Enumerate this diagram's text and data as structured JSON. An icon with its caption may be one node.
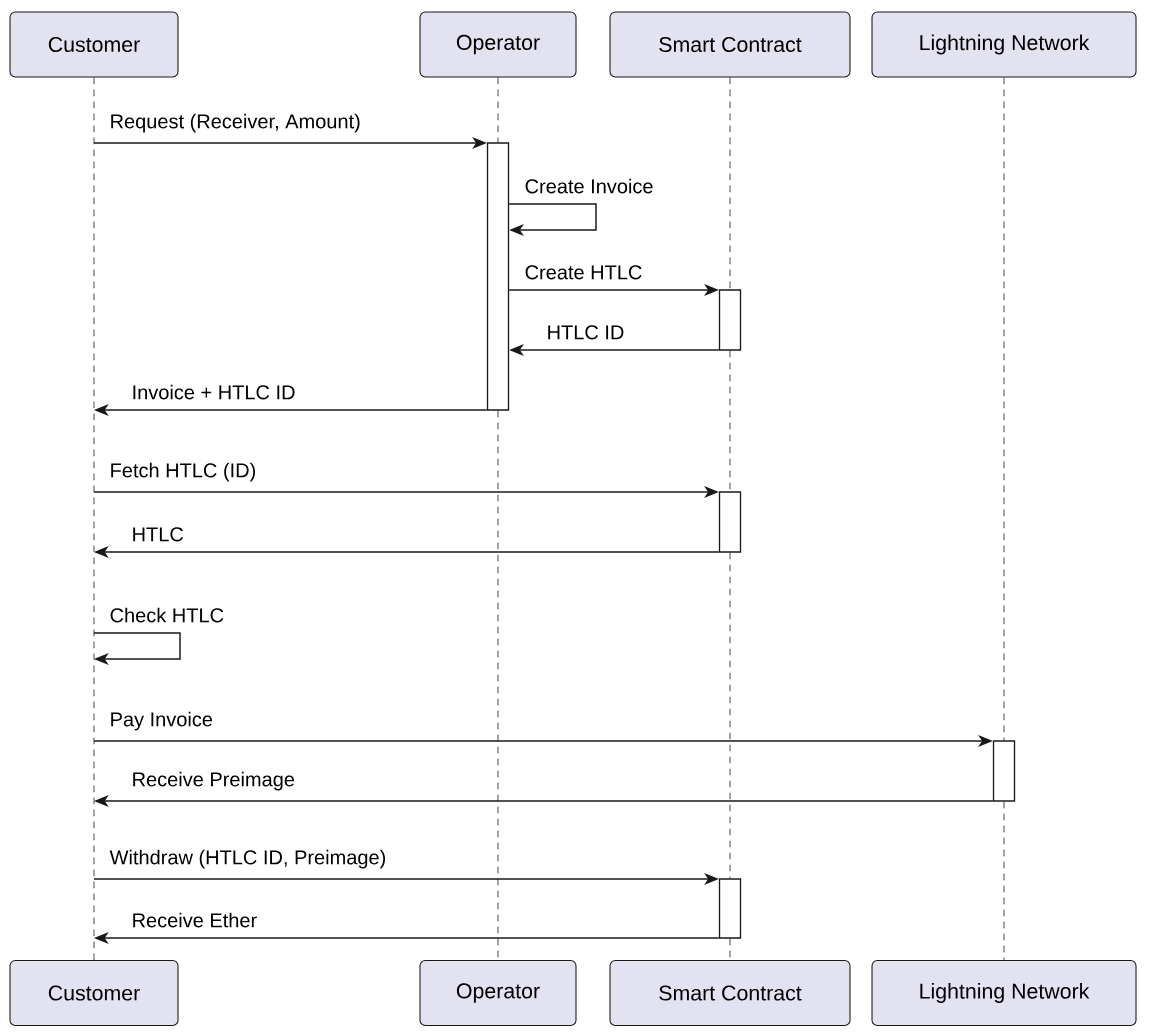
{
  "diagram": {
    "nodes": [
      {
        "text": [
          "Customer"
        ]
      },
      {
        "text": [
          "Operator"
        ]
      },
      {
        "text": [
          "Smart Contract"
        ]
      },
      {
        "text": [
          "Lightning Network"
        ]
      },
      {
        "text": [
          "Customer"
        ]
      },
      {
        "text": [
          "Operator"
        ]
      },
      {
        "text": [
          "Smart Contract"
        ]
      },
      {
        "text": [
          "Lightning Network"
        ]
      },
      {
        "text": [],
        "shape": "bar"
      },
      {
        "text": [],
        "shape": "bar"
      },
      {
        "text": [],
        "shape": "bar"
      },
      {
        "text": [],
        "shape": "bar"
      },
      {
        "text": [],
        "shape": "bar"
      }
    ],
    "edges": [
      {
        "from": null,
        "to": 8,
        "arrow": "to",
        "label": "Request (Receiver, Amount)"
      },
      {
        "from": 8,
        "to": 8,
        "arrow": "to",
        "label": "Create Invoice"
      },
      {
        "from": 8,
        "to": 9,
        "arrow": "to",
        "label": "Create HTLC"
      },
      {
        "from": 9,
        "to": 8,
        "arrow": "to",
        "label": "HTLC ID"
      },
      {
        "from": 8,
        "to": null,
        "arrow": "to",
        "label": "Invoice + HTLC ID"
      },
      {
        "from": null,
        "to": 10,
        "arrow": "to",
        "label": "Fetch HTLC (ID)"
      },
      {
        "from": 10,
        "to": null,
        "arrow": "to",
        "label": "HTLC"
      },
      {
        "from": null,
        "to": 11,
        "arrow": "to",
        "label": "Pay Invoice"
      },
      {
        "from": 11,
        "to": null,
        "arrow": "to",
        "label": "Receive Preimage"
      },
      {
        "from": null,
        "to": 12,
        "arrow": "to",
        "label": "Withdraw (HTLC ID, Preimage)"
      },
      {
        "from": 12,
        "to": null,
        "arrow": "to",
        "label": "Receive Ether"
      },
      {
        "from": 0,
        "to": 4,
        "arrow": "none",
        "style": "dashed"
      },
      {
        "from": 1,
        "to": 8,
        "arrow": "none",
        "style": "dashed"
      },
      {
        "from": 8,
        "to": 5,
        "arrow": "none",
        "style": "dashed"
      },
      {
        "from": 2,
        "to": 9,
        "arrow": "none",
        "style": "dashed"
      },
      {
        "from": 9,
        "to": 10,
        "arrow": "none",
        "style": "dashed"
      },
      {
        "from": 10,
        "to": 12,
        "arrow": "none",
        "style": "dashed"
      },
      {
        "from": 12,
        "to": 6,
        "arrow": "none",
        "style": "dashed"
      },
      {
        "from": 3,
        "to": 11,
        "arrow": "none",
        "style": "dashed"
      },
      {
        "from": 11,
        "to": 7,
        "arrow": "none",
        "style": "dashed"
      }
    ],
    "labels": [
      "Check HTLC"
    ]
  }
}
